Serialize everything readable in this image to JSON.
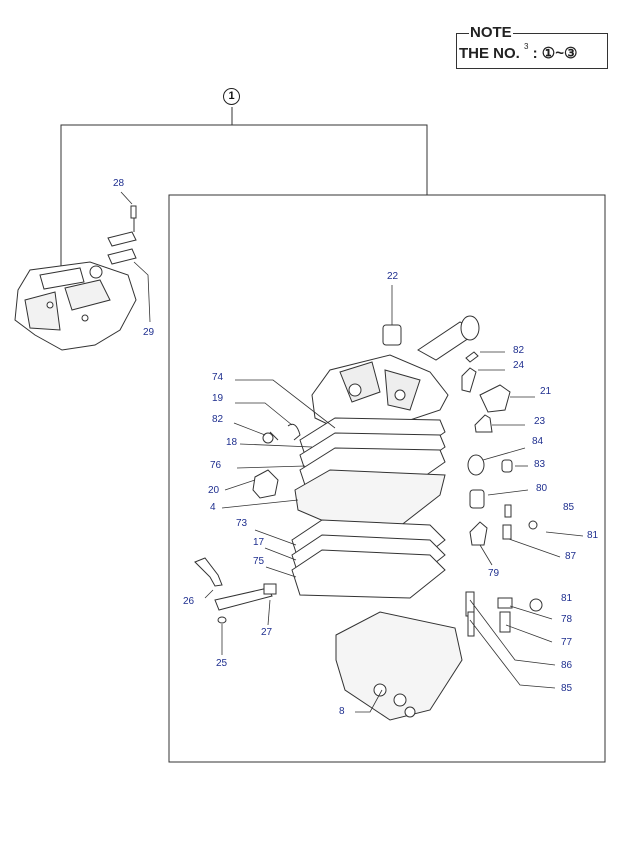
{
  "note": {
    "title": "NOTE",
    "line_prefix": "THE NO.",
    "superscript": "3",
    "range": ": ①~③"
  },
  "assembly_marker": "1",
  "labels": {
    "p28": "28",
    "p29": "29",
    "p22": "22",
    "p82a": "82",
    "p24": "24",
    "p21": "21",
    "p23": "23",
    "p74": "74",
    "p19": "19",
    "p82b": "82",
    "p18": "18",
    "p84": "84",
    "p83": "83",
    "p76": "76",
    "p80": "80",
    "p20": "20",
    "p4": "4",
    "p85a": "85",
    "p73": "73",
    "p81a": "81",
    "p17": "17",
    "p87": "87",
    "p75": "75",
    "p79": "79",
    "p26": "26",
    "p81b": "81",
    "p78": "78",
    "p27": "27",
    "p77": "77",
    "p25": "25",
    "p86": "86",
    "p85b": "85",
    "p8": "8"
  }
}
